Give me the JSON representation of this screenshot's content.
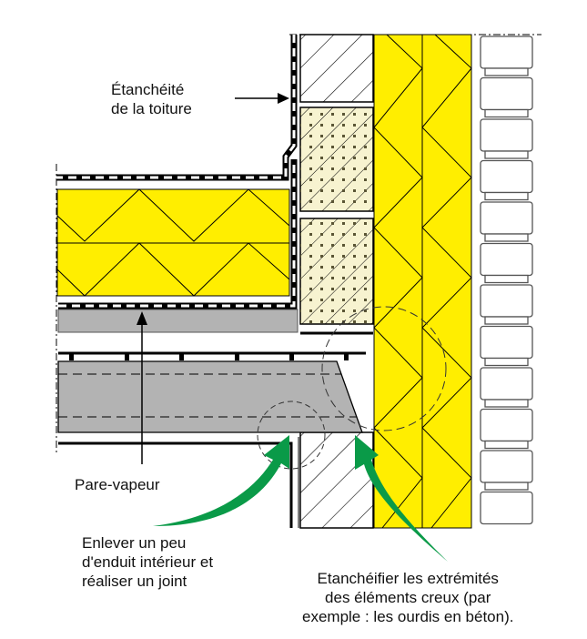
{
  "labels": {
    "roof_waterproofing_1": "Étanchéité",
    "roof_waterproofing_2": "de la toiture",
    "vapor_barrier": "Pare-vapeur",
    "joint_1": "Enlever un peu",
    "joint_2": "d'enduit intérieur et",
    "joint_3": "réaliser un joint",
    "ends_1": "Etanchéifier les extrémités",
    "ends_2": "des éléments creux (par",
    "ends_3": "exemple : les ourdis en béton)."
  },
  "colors": {
    "insulation": "#ffee00",
    "concrete": "#b3b3b3",
    "light_block": "#f7f3d0",
    "arrow": "#0a9a48"
  }
}
